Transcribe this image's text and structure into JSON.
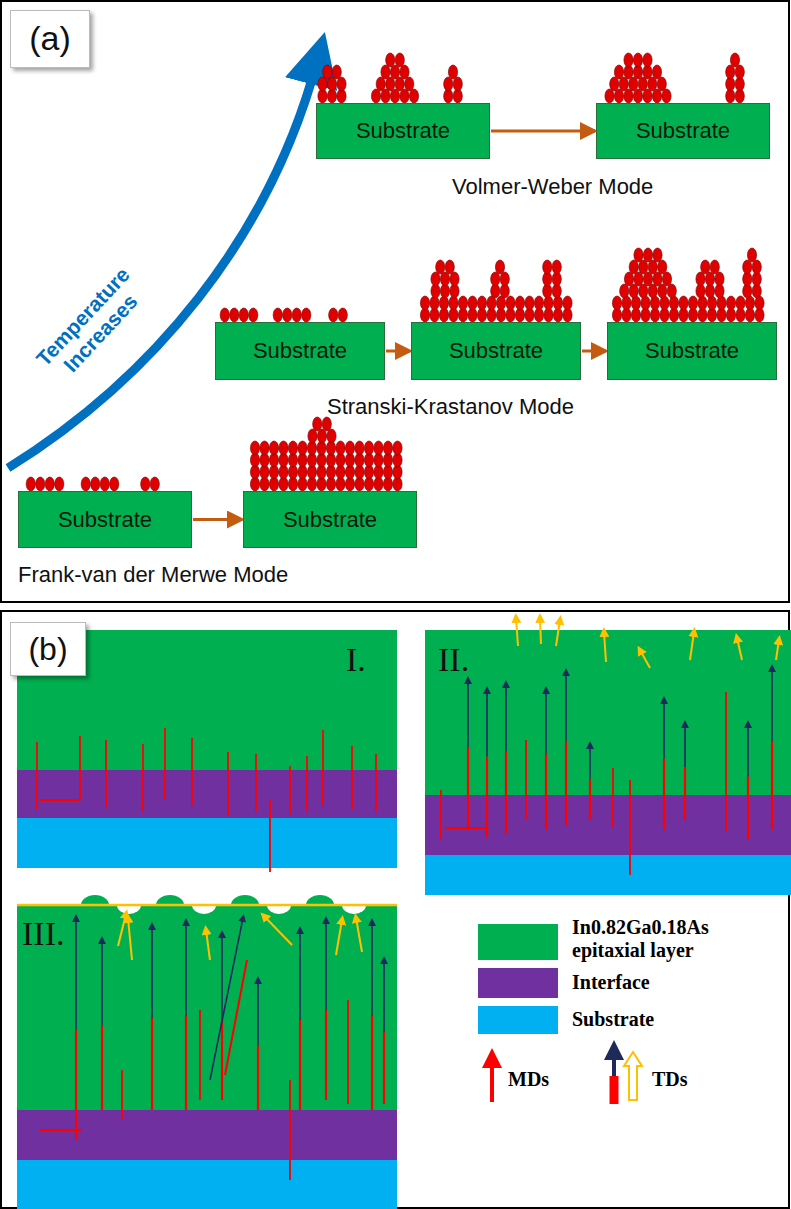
{
  "diagram": {
    "nodes": [
      {
        "text": [
          "Substrate"
        ]
      },
      {
        "text": [
          "Substrate"
        ]
      },
      {
        "text": [
          "Substrate"
        ]
      },
      {
        "text": [
          "Substrate"
        ]
      },
      {
        "text": [
          "Substrate"
        ]
      },
      {
        "text": [
          "Substrate"
        ]
      },
      {
        "text": [
          "Substrate"
        ]
      }
    ],
    "edges": [
      {
        "from": 0,
        "to": 1,
        "arrow": "to"
      },
      {
        "from": 2,
        "to": 3,
        "arrow": "to"
      },
      {
        "from": 3,
        "to": 4,
        "arrow": "to"
      },
      {
        "from": 5,
        "to": 6,
        "arrow": "to"
      }
    ],
    "labels": [
      "(a)",
      "Temperature Increases",
      "Volmer-Weber Mode",
      "Stranski-Krastanov Mode",
      "Frank-van der Merwe Mode",
      "(b)",
      "I.",
      "II.",
      "III."
    ],
    "legend": [
      {
        "text": "In0.82Ga0.18As epitaxial layer",
        "color": "#00B050"
      },
      {
        "text": "Interface",
        "color": "#7030A0"
      },
      {
        "text": "Substrate",
        "color": "#00B0F0"
      },
      {
        "text": "MDs"
      },
      {
        "text": "TDs"
      }
    ]
  }
}
